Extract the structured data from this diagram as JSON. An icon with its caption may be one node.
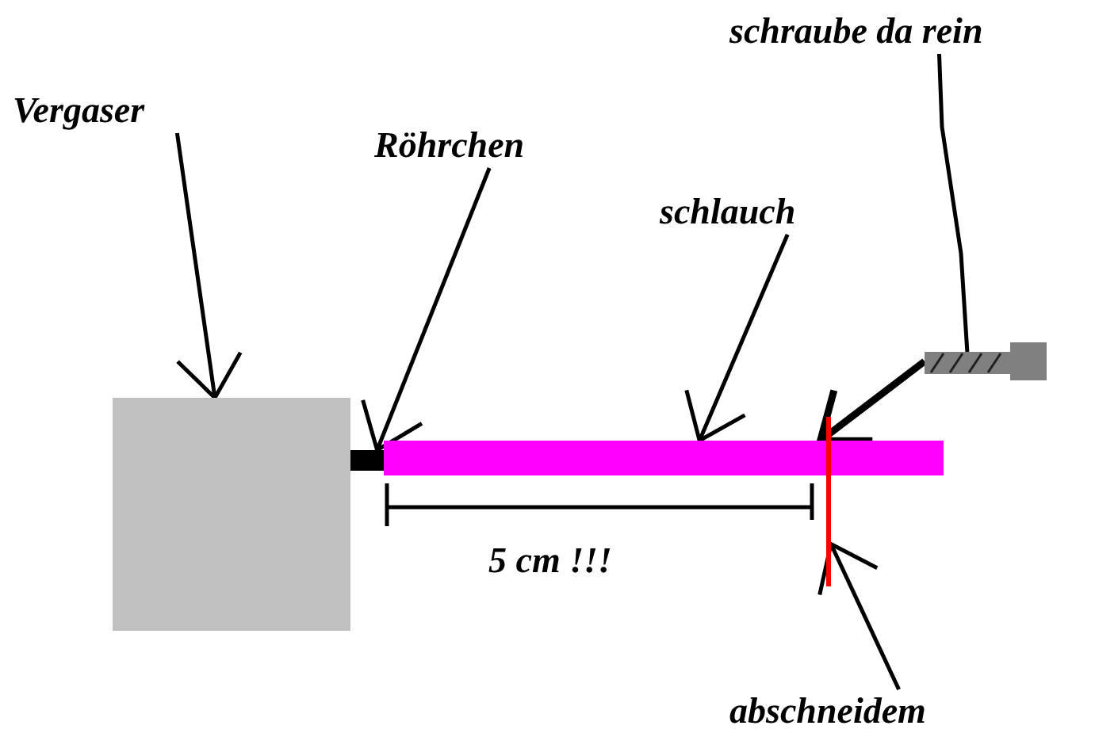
{
  "diagram": {
    "nodes": [
      {
        "text": [
          "Vergaser"
        ]
      },
      {
        "text": [
          "Röhrchen"
        ]
      },
      {
        "text": [
          "schlauch"
        ]
      },
      {
        "text": [
          "schraube da rein"
        ]
      },
      {
        "text": [
          "abschneidem"
        ]
      },
      {
        "text": [],
        "shape": "box"
      },
      {
        "text": [],
        "shape": "bar"
      },
      {
        "text": [],
        "shape": "bar"
      },
      {
        "text": [],
        "shape": "screw"
      },
      {
        "text": [],
        "shape": "line"
      }
    ],
    "edges": [
      {
        "from": 0,
        "to": 5,
        "arrow": "to"
      },
      {
        "from": 1,
        "to": 6,
        "arrow": "to"
      },
      {
        "from": 2,
        "to": 7,
        "arrow": "to"
      },
      {
        "from": 3,
        "to": 8,
        "arrow": "none"
      },
      {
        "from": 8,
        "to": 7,
        "arrow": "to",
        "style": "thick"
      },
      {
        "from": 4,
        "to": 9,
        "arrow": "to"
      }
    ],
    "labels": [
      "5 cm !!!"
    ]
  }
}
